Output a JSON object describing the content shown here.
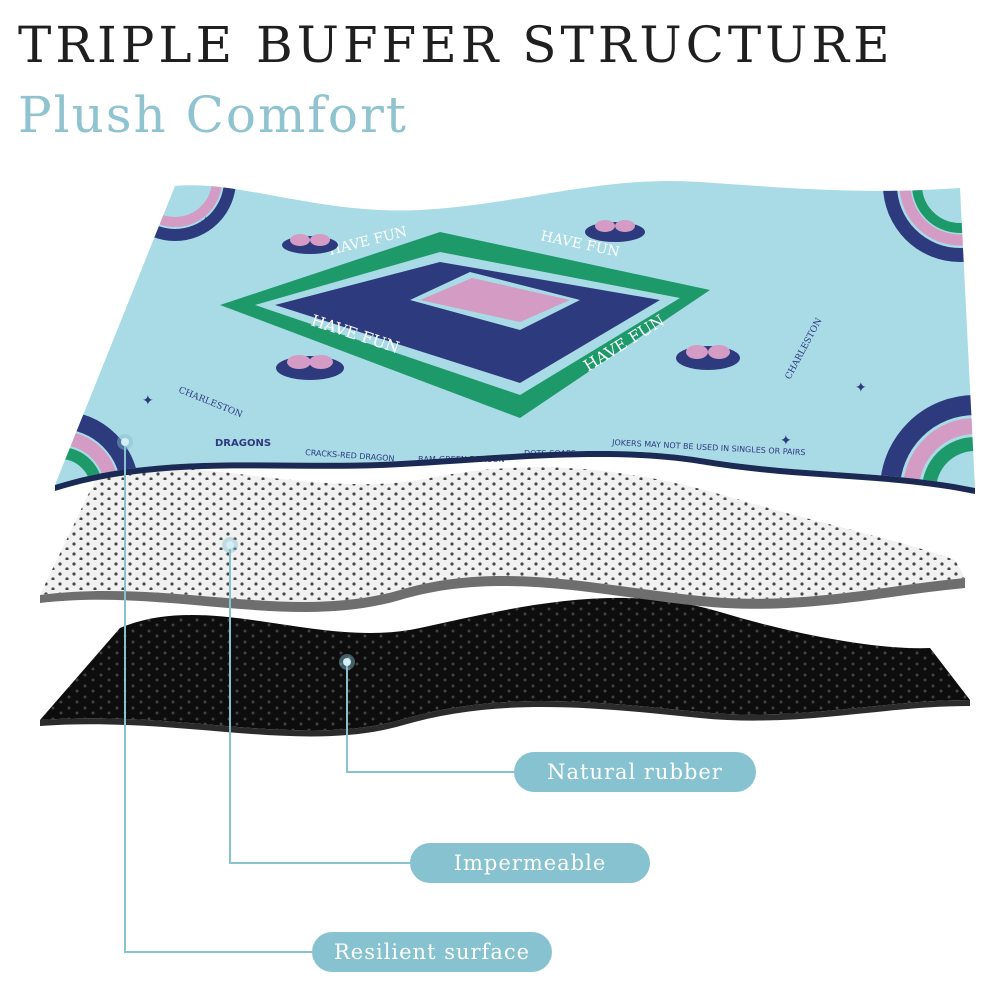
{
  "header": {
    "title": "TRIPLE BUFFER STRUCTURE",
    "subtitle": "Plush Comfort"
  },
  "layers": [
    {
      "label": "Natural rubber"
    },
    {
      "label": "Impermeable"
    },
    {
      "label": "Resilient surface"
    }
  ],
  "mat": {
    "center_text": [
      "HAVE FUN",
      "HAVE FUN",
      "HAVE FUN",
      "HAVE FUN"
    ],
    "bottom_edge": [
      "DRAGONS",
      "CRACKS-RED DRAGON",
      "BAM-GREEN DRAGON",
      "DOTS-SOAPS",
      "JOKERS MAY NOT BE USED IN SINGLES OR PAIRS"
    ],
    "corner_text": "CHARLESTON"
  },
  "colors": {
    "surface": "#a9dbe6",
    "green": "#1e9a6a",
    "navy": "#2d3a7e",
    "pink": "#d49bc4",
    "accent": "#86c2cf",
    "rubber": "#111111",
    "middle": "#efefef"
  }
}
